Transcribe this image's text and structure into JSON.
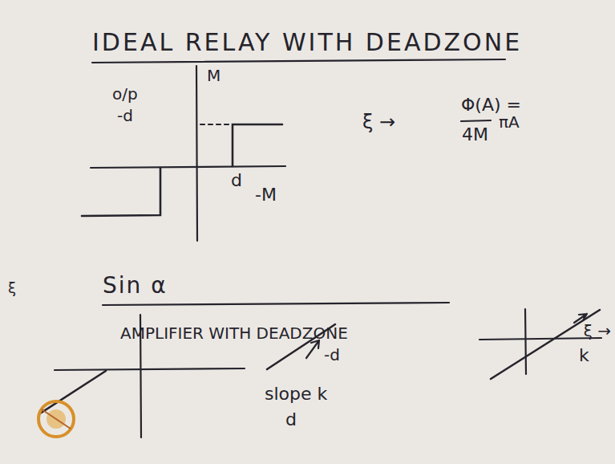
{
  "diagram": {
    "labels": [
      "IDEAL RELAY WITH DEADZONE",
      "o/p",
      "M",
      "-d",
      "d",
      "-M",
      "ξ →",
      "Φ(A) =",
      "4M",
      "πA",
      "Sin α",
      "AMPLIFIER WITH DEADZONE",
      "-d",
      "slope k",
      "d",
      "ξ →",
      "k",
      "ξ"
    ]
  }
}
